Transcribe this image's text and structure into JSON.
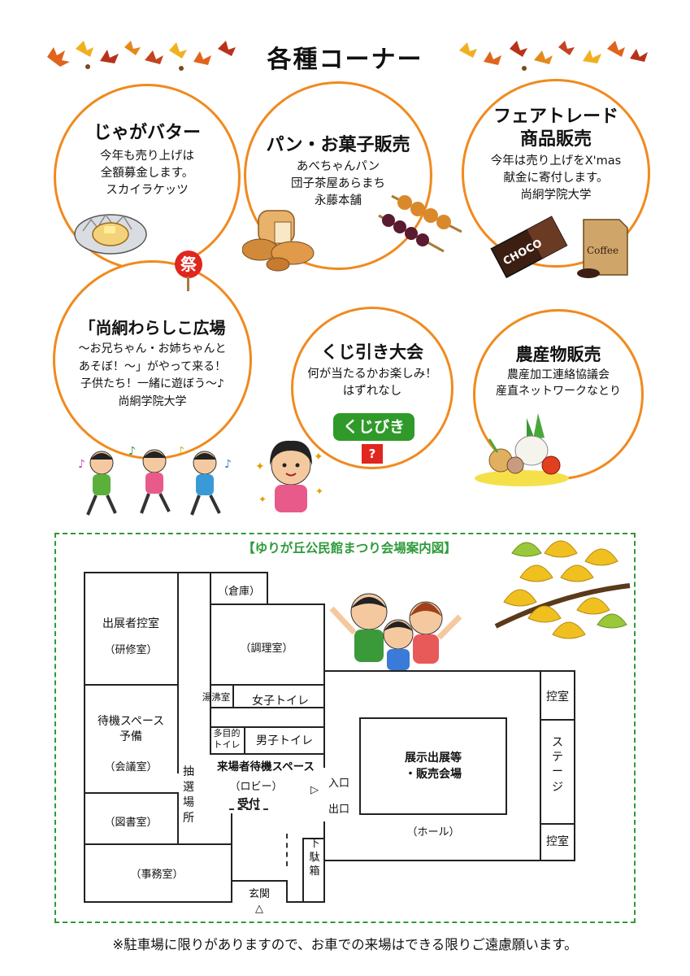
{
  "page": {
    "title": "各種コーナー",
    "footer_note": "※駐車場に限りがありますので、お車での来場はできる限りご遠慮願います。"
  },
  "corners": {
    "jaga": {
      "heading": "じゃがバター",
      "lines": [
        "今年も売り上げは",
        "全額募金します。",
        "スカイラケッツ"
      ]
    },
    "pan": {
      "heading": "パン・お菓子販売",
      "lines": [
        "あべちゃんパン",
        "団子茶屋あらまち",
        "永藤本舗"
      ]
    },
    "fair": {
      "heading_lines": [
        "フェアトレード",
        "商品販売"
      ],
      "lines": [
        "今年は売り上げをX'mas",
        "献金に寄付します。",
        "尚絅学院大学"
      ]
    },
    "warashi": {
      "badge": "祭",
      "heading": "「尚絅わらしこ広場",
      "lines": [
        "～お兄ちゃん・お姉ちゃんと",
        "あそぼ！～」がやって来る！",
        "子供たち！一緒に遊ぼう～♪",
        "尚絅学院大学"
      ]
    },
    "kuji": {
      "heading": "くじ引き大会",
      "lines": [
        "何が当たるかお楽しみ！",
        "はずれなし"
      ],
      "sign": "くじびき",
      "box_mark": "?"
    },
    "nousan": {
      "heading": "農産物販売",
      "lines": [
        "農産加工連絡協議会",
        "産直ネットワークなとり"
      ]
    }
  },
  "illustration_text": {
    "choco": "CHOCO",
    "coffee": "Coffee"
  },
  "map": {
    "title": "【ゆりが丘公民館まつり会場案内図】",
    "rooms": {
      "storage": "（倉庫）",
      "exhibitor": "出展者控室",
      "training": "（研修室）",
      "kitchen": "（調理室）",
      "yuwakashi": "湯沸室",
      "women_toilet": "女子トイレ",
      "multi_toilet": [
        "多目的",
        "トイレ"
      ],
      "men_toilet": "男子トイレ",
      "waiting_space": [
        "待機スペース",
        "予備"
      ],
      "conference": "（会議室）",
      "library": "（図書室）",
      "office": "（事務室）",
      "lottery": [
        "抽",
        "選",
        "場",
        "所"
      ],
      "visitor_waiting": "来場者待機スペース",
      "lobby": "（ロビー）",
      "reception": "受付",
      "entrance_in": "入口",
      "entrance_out": "出口",
      "genkan": "玄関",
      "genkan_mark": "△",
      "arrow_mark": "▷",
      "shoe_box": [
        "下",
        "駄",
        "箱"
      ],
      "exhibition": [
        "展示出展等",
        "・販売会場"
      ],
      "hall": "（ホール）",
      "green_room_top": "控室",
      "stage": [
        "ス",
        "テ",
        "ー",
        "ジ"
      ],
      "green_room_bottom": "控室"
    }
  }
}
